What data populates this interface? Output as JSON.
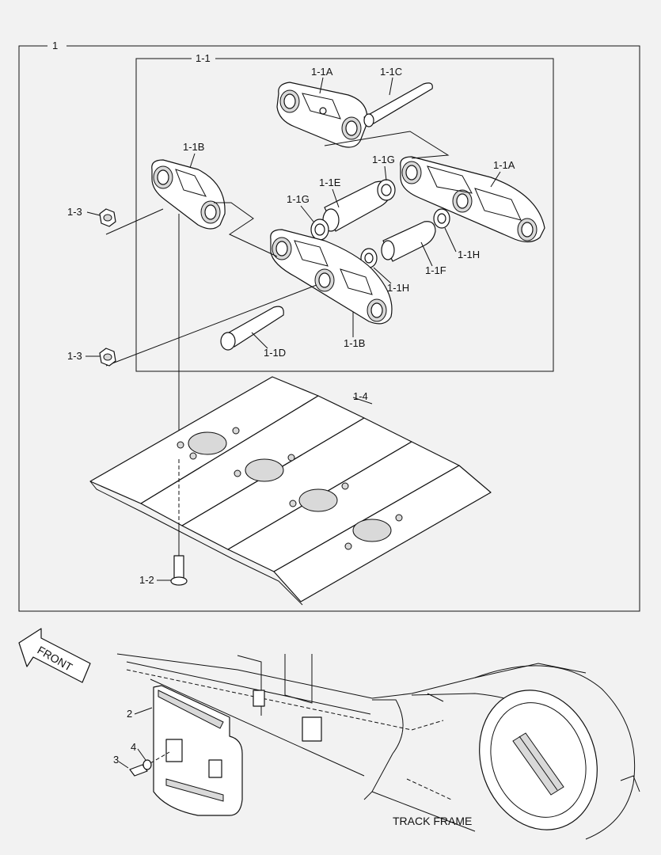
{
  "callouts": {
    "assy": "1",
    "link_assy": "1-1",
    "link_a_top": "1-1A",
    "pin_c": "1-1C",
    "link_b_left": "1-1B",
    "seal_g_right": "1-1G",
    "link_a_right": "1-1A",
    "bushing_e": "1-1E",
    "seal_g_left": "1-1G",
    "seal_h_right": "1-1H",
    "bushing_f": "1-1F",
    "seal_h_left": "1-1H",
    "link_b_bottom": "1-1B",
    "pin_d": "1-1D",
    "nut_top": "1-3",
    "nut_bottom": "1-3",
    "shoe": "1-4",
    "bolt": "1-2",
    "guard": "2",
    "guard_bolt": "3",
    "washer": "4"
  },
  "front_label": "FRONT",
  "track_frame_label": "TRACK FRAME"
}
